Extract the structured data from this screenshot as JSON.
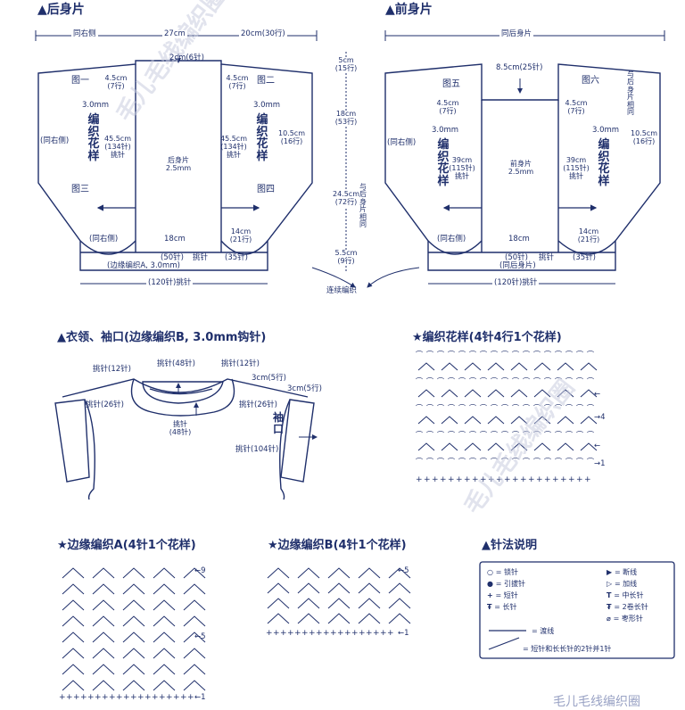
{
  "back": {
    "title": "▲后身片",
    "top_left": "同右侧",
    "top_mid": "27cm",
    "top_right": "20cm(30行)",
    "neck": "2cm(6针)",
    "fig1": "图一",
    "fig2": "图二",
    "fig3": "图三",
    "fig4": "图四",
    "shoulder_l": "4.5cm\n(7行)",
    "shoulder_r": "4.5cm\n(7行)",
    "hook_l": "3.0mm",
    "hook_r": "3.0mm",
    "pattern_l": "编织花样",
    "pattern_r": "编织花样",
    "side_l": "(同右侧)",
    "pick_l": "45.5cm\n(134针)\n挑针",
    "pick_r": "45.5cm\n(134针)\n挑针",
    "right_edge": "10.5cm\n(16行)",
    "center": "后身片\n2.5mm",
    "bottom_14": "14cm\n(21行)",
    "bot_same": "(同右侧)",
    "bot_18": "18cm",
    "bot_50": "(50针)",
    "bot_35": "(35针)",
    "bot_pick1": "挑针",
    "edge_a": "(边缘编织A, 3.0mm)",
    "total": "(120针)挑针"
  },
  "vertical": {
    "v1": "5cm\n(15行)",
    "v2": "18cm\n(53行)",
    "v3": "24.5cm\n(72行)",
    "v4": "5.5cm\n(9行)",
    "note": "与后身片相同",
    "continuous": "连续编织"
  },
  "front": {
    "title": "▲前身片",
    "top": "同后身片",
    "neck": "8.5cm(25针)",
    "fig5": "图五",
    "fig6": "图六",
    "note_r": "与后身片相同",
    "shoulder_l": "4.5cm\n(7行)",
    "shoulder_r": "4.5cm\n(7行)",
    "side_l": "(同右侧)",
    "hook_l": "3.0mm",
    "hook_r": "3.0mm",
    "pattern_l": "编织花样",
    "pattern_r": "编织花样",
    "pick_l": "39cm\n(115针)\n挑针",
    "pick_r": "39cm\n(115针)\n挑针",
    "right_edge": "10.5cm\n(16行)",
    "center": "前身片\n2.5mm",
    "bottom_14": "14cm\n(21行)",
    "bot_same": "(同右侧)",
    "bot_18": "18cm",
    "bot_50": "(50针)",
    "bot_35": "(35针)",
    "bot_pick1": "挑针",
    "edge": "(同后身片)",
    "total": "(120针)挑针"
  },
  "collar": {
    "title": "▲衣领、袖口(边缘编织B, 3.0mm钩针)",
    "p48_top": "挑针(48针)",
    "p12_l": "挑针(12针)",
    "p12_r": "挑针(12针)",
    "cm3a": "3cm(5行)",
    "cm3b": "3cm(5行)",
    "p26_l": "挑针(26针)",
    "p26_r": "挑针(26针)",
    "p48_bot": "挑针\n(48针)",
    "sleeve": "袖口",
    "p104": "挑针(104针)"
  },
  "knit_pattern": {
    "title": "★编织花样(4针4行1个花样)",
    "marks": [
      "←",
      "→4",
      "←",
      "→1"
    ]
  },
  "edge_a": {
    "title": "★边缘编织A(4针1个花样)",
    "marks": [
      "←9",
      "←5",
      "←1"
    ]
  },
  "edge_b": {
    "title": "★边缘编织B(4针1个花样)",
    "marks": [
      "←5",
      "←1"
    ]
  },
  "legend": {
    "title": "▲针法说明",
    "items": [
      {
        "sym": "○",
        "label": "= 锁针"
      },
      {
        "sym": "●",
        "label": "= 引拔针"
      },
      {
        "sym": "+",
        "label": "= 短针"
      },
      {
        "sym": "Ŧ",
        "label": "= 长针"
      },
      {
        "sym": "▶",
        "label": "= 断线"
      },
      {
        "sym": "▷",
        "label": "= 加线"
      },
      {
        "sym": "T",
        "label": "= 中长针"
      },
      {
        "sym": "₮",
        "label": "= 2卷长针"
      },
      {
        "sym": "⌀",
        "label": "= 枣形针"
      }
    ],
    "line1": "= 渡线",
    "line2": "= 短针和长长针的2针并1针"
  },
  "watermark": {
    "text1": "毛儿毛线编织圈",
    "text2": "毛儿毛线编织圈",
    "footer": "毛儿毛线编织圈"
  },
  "colors": {
    "ink": "#1f2f6b",
    "bg": "#ffffff"
  }
}
